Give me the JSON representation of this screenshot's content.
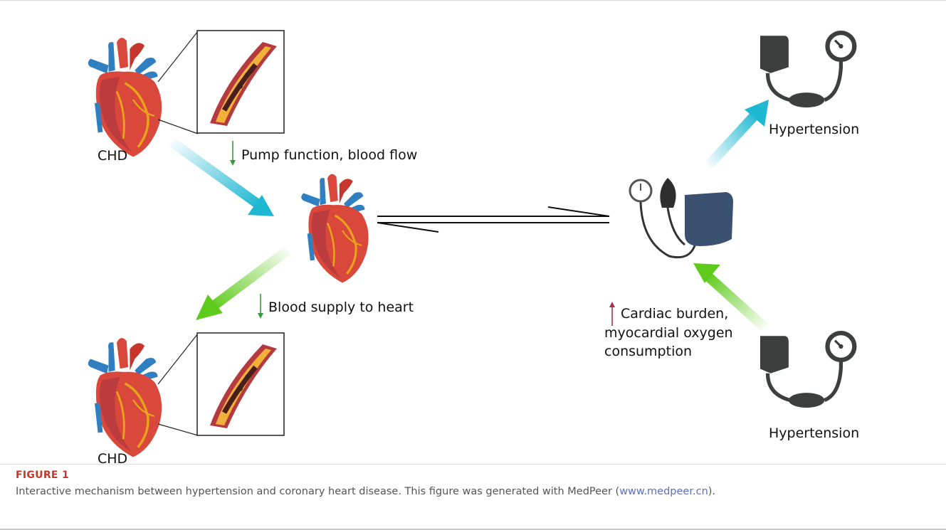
{
  "labels": {
    "chd_top": "CHD",
    "chd_bottom": "CHD",
    "hypertension_top": "Hypertension",
    "hypertension_bottom": "Hypertension",
    "pump": "Pump function, blood flow",
    "supply": "Blood supply to heart",
    "burden_line1": "Cardiac burden,",
    "burden_line2": "myocardial oxygen",
    "burden_line3": "consumption"
  },
  "caption": {
    "label": "FIGURE 1",
    "text_before": "Interactive mechanism between hypertension and coronary heart disease. This figure was generated with MedPeer (",
    "link": "www.medpeer.cn",
    "text_after": ")."
  },
  "colors": {
    "cyan_arrow": "#1fb8d2",
    "green_arrow": "#5ecb1c",
    "down_arrow": "#3a9a3a",
    "up_arrow": "#b0304a",
    "cuff": "#3c3f3e",
    "bp_cuff_blue": "#3b5170",
    "heart_red": "#d9483b",
    "vessel_blue": "#2f7fc1"
  }
}
